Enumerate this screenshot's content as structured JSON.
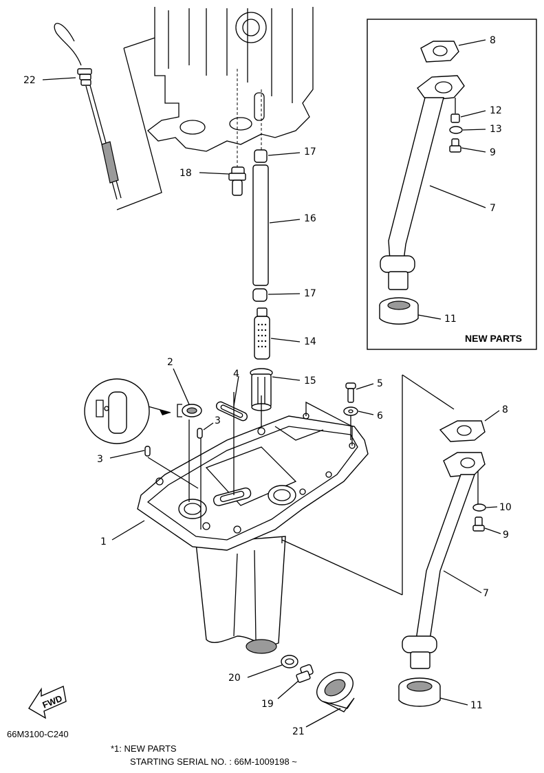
{
  "diagram": {
    "drawing_code": "66M3100-C240",
    "new_parts_box_label": "NEW PARTS",
    "fwd_label": "FWD",
    "footnote_line1": "*1: NEW PARTS",
    "footnote_line2": "STARTING SERIAL NO. : 66M-1009198 ~",
    "callouts": {
      "c1": "1",
      "c2": "2",
      "c3a": "3",
      "c3b": "3",
      "c4": "4",
      "c5": "5",
      "c6": "6",
      "c7a": "7",
      "c7b": "7",
      "c8a": "8",
      "c8b": "8",
      "c9a": "9",
      "c9b": "9",
      "c10": "10",
      "c11a": "11",
      "c11b": "11",
      "c12": "12",
      "c13": "13",
      "c14": "14",
      "c15": "15",
      "c16": "16",
      "c17a": "17",
      "c17b": "17",
      "c18": "18",
      "c19": "19",
      "c20": "20",
      "c21": "21",
      "c22": "22"
    }
  }
}
